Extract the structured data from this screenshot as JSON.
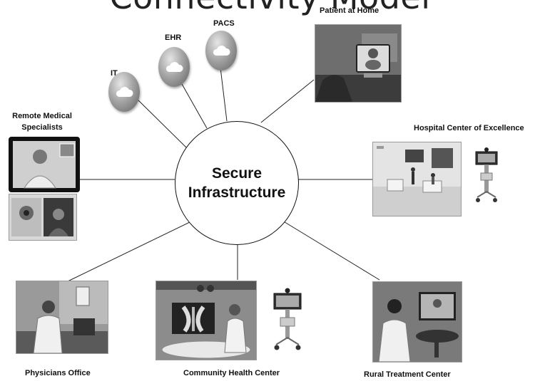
{
  "title": "Connectivity Model",
  "hub": {
    "label": "Secure\nInfrastructure"
  },
  "clouds": [
    {
      "label": "IT",
      "icon": "cloud-icon"
    },
    {
      "label": "EHR",
      "icon": "cloud-icon"
    },
    {
      "label": "PACS",
      "icon": "cloud-icon"
    }
  ],
  "nodes": {
    "patient_home": "Patient at Home",
    "hospital": "Hospital Center of Excellence",
    "remote": "Remote Medical\nSpecialists",
    "physicians": "Physicians Office",
    "community": "Community Health Center",
    "rural": "Rural Treatment Center"
  }
}
